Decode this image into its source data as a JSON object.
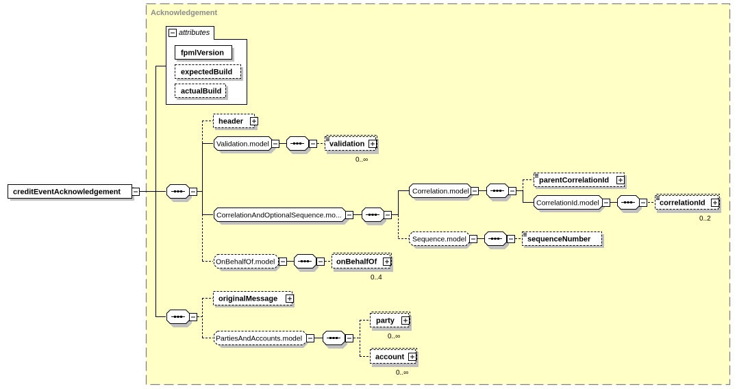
{
  "group": {
    "title": "Acknowledgement",
    "background": "#ffffc6",
    "border": "#808080"
  },
  "root": {
    "label": "creditEventAcknowledgement"
  },
  "attributes": {
    "title": "attributes",
    "items": [
      {
        "label": "fpmlVersion",
        "required": true
      },
      {
        "label": "expectedBuild",
        "required": false
      },
      {
        "label": "actualBuild",
        "required": false
      }
    ]
  },
  "sequence1": {
    "header": {
      "label": "header"
    },
    "validation_model": {
      "label": "Validation.model"
    },
    "validation": {
      "label": "validation",
      "multiplicity": "0..∞"
    },
    "correlation_seq_model": {
      "label": "CorrelationAndOptionalSequence.mo..."
    },
    "correlation_model": {
      "label": "Correlation.model"
    },
    "parent_correlation_id": {
      "label": "parentCorrelationId"
    },
    "correlation_id_model": {
      "label": "CorrelationId.model"
    },
    "correlation_id": {
      "label": "correlationId",
      "multiplicity": "0..2"
    },
    "sequence_model": {
      "label": "Sequence.model"
    },
    "sequence_number": {
      "label": "sequenceNumber"
    },
    "on_behalf_of_model": {
      "label": "OnBehalfOf.model"
    },
    "on_behalf_of": {
      "label": "onBehalfOf",
      "multiplicity": "0..4"
    }
  },
  "sequence2": {
    "original_message": {
      "label": "originalMessage"
    },
    "parties_accounts_model": {
      "label": "PartiesAndAccounts.model"
    },
    "party": {
      "label": "party",
      "multiplicity": "0..∞"
    },
    "account": {
      "label": "account",
      "multiplicity": "0..∞"
    }
  }
}
